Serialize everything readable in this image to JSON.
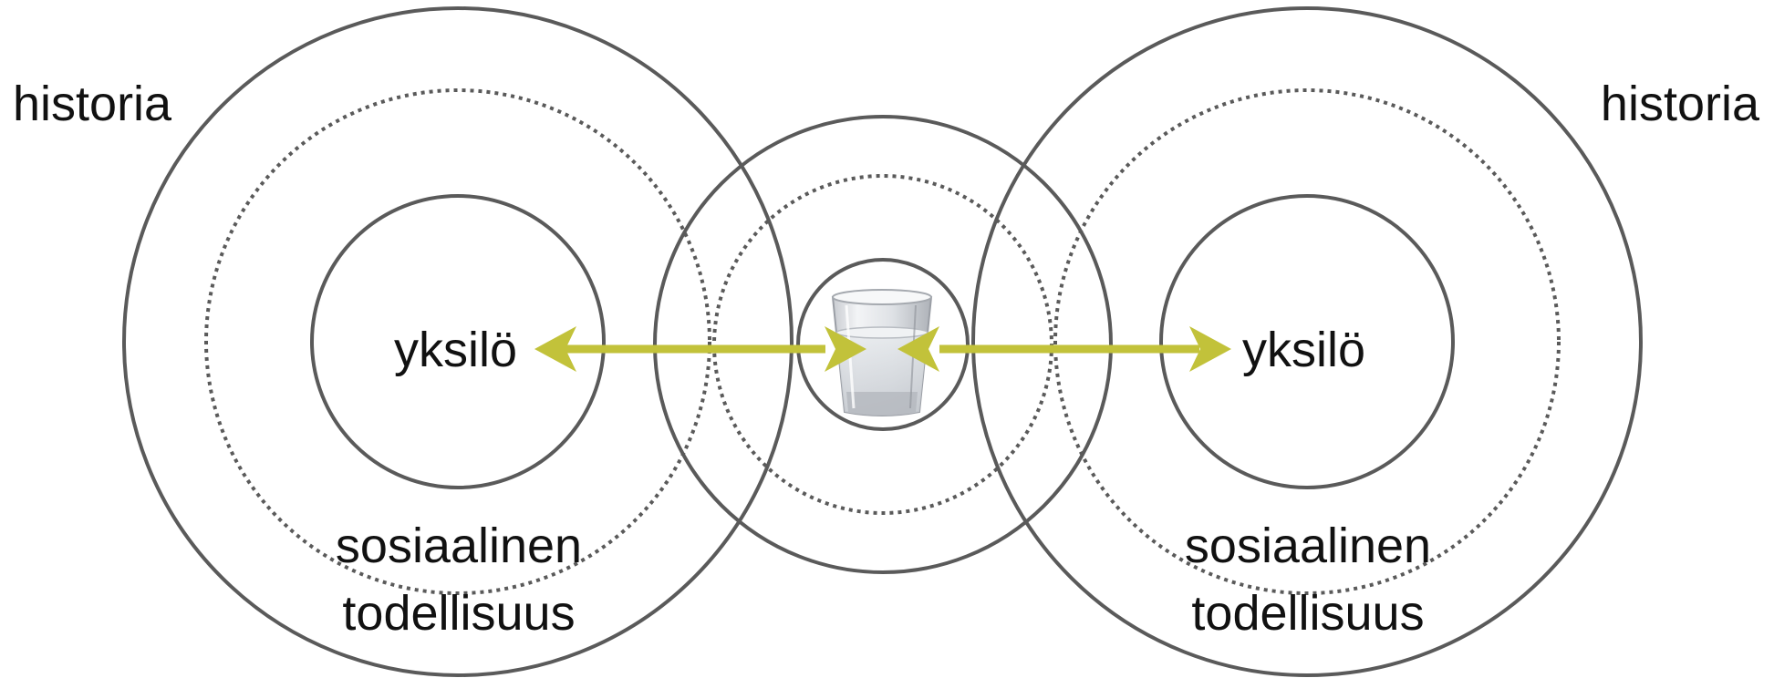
{
  "colors": {
    "circle_stroke": "#5a5a5a",
    "arrow": "#c2c23a",
    "text": "#111111"
  },
  "left": {
    "history_label": "historia",
    "individual_label": "yksilö",
    "social_label_line1": "sosiaalinen",
    "social_label_line2": "todellisuus"
  },
  "right": {
    "history_label": "historia",
    "individual_label": "yksilö",
    "social_label_line1": "sosiaalinen",
    "social_label_line2": "todellisuus"
  },
  "center": {
    "object_icon": "water-glass-icon"
  }
}
